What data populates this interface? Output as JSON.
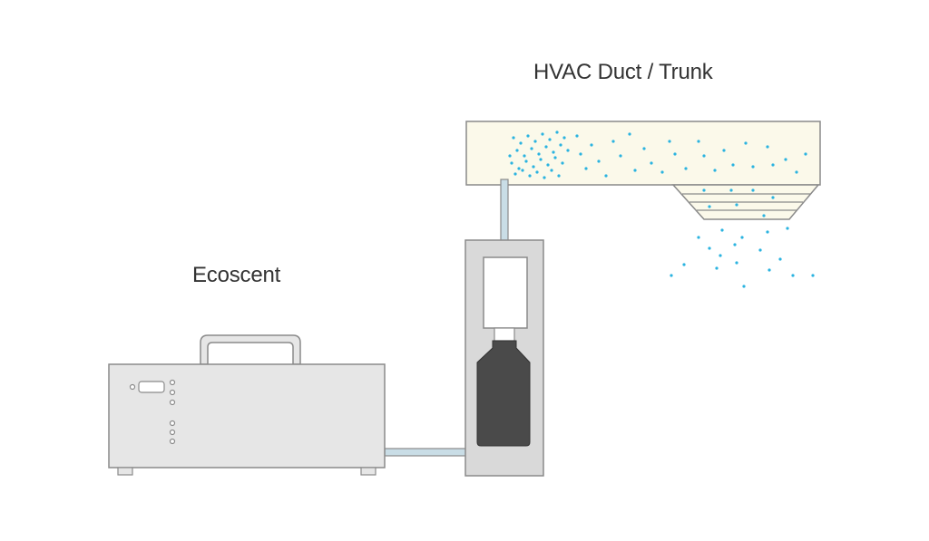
{
  "labels": {
    "duct": "HVAC Duct / Trunk",
    "device": "Ecoscent"
  },
  "colors": {
    "duct_fill": "#fbf9ea",
    "outline": "#8a8a8a",
    "device_body": "#e6e6e6",
    "device_side": "#d9d9d9",
    "tube": "#c9dde6",
    "bottle": "#4a4a4a",
    "scent_particles": "#2bb3e0"
  },
  "icons": {
    "device": "diffuser-machine",
    "cartridge": "scent-cartridge",
    "particles": "scent-particles"
  }
}
